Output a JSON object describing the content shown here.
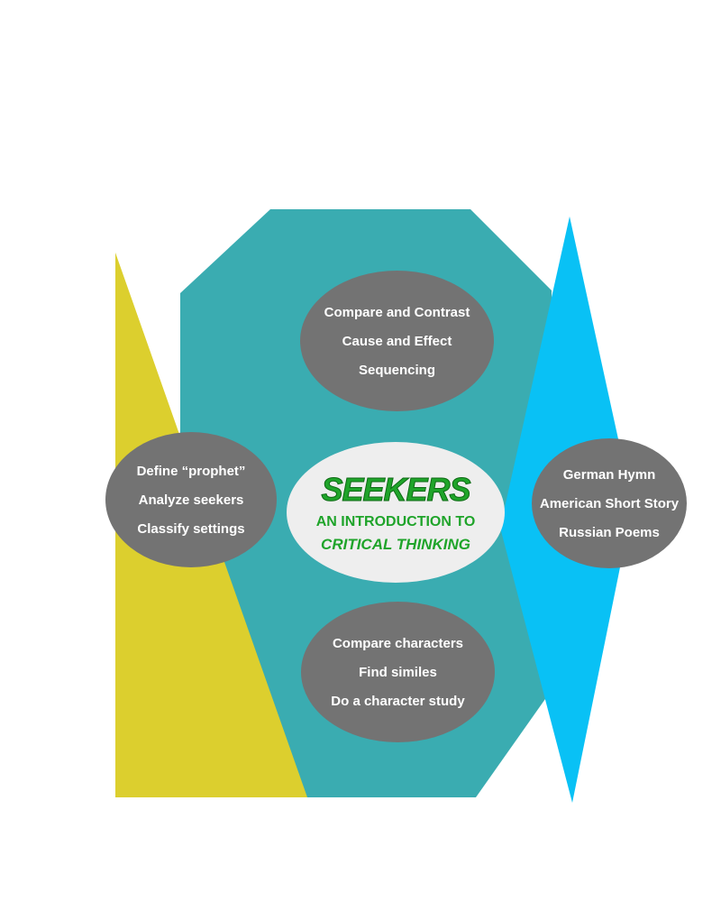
{
  "colors": {
    "yellow": "#dccf2e",
    "teal": "#3aacb1",
    "blue": "#09c1f5",
    "bubble": "#737373",
    "center": "#eeeeee",
    "green": "#1fa42a"
  },
  "center": {
    "title": "SEEKERS",
    "subtitle_line1": "AN INTRODUCTION TO",
    "subtitle_line2": "CRITICAL THINKING"
  },
  "top_bubble": [
    "Compare and Contrast",
    "Cause and Effect",
    "Sequencing"
  ],
  "left_bubble": [
    "Define “prophet”",
    "Analyze seekers",
    "Classify settings"
  ],
  "right_bubble": [
    "German Hymn",
    "American Short Story",
    "Russian Poems"
  ],
  "bottom_bubble": [
    "Compare characters",
    "Find similes",
    "Do a character study"
  ]
}
